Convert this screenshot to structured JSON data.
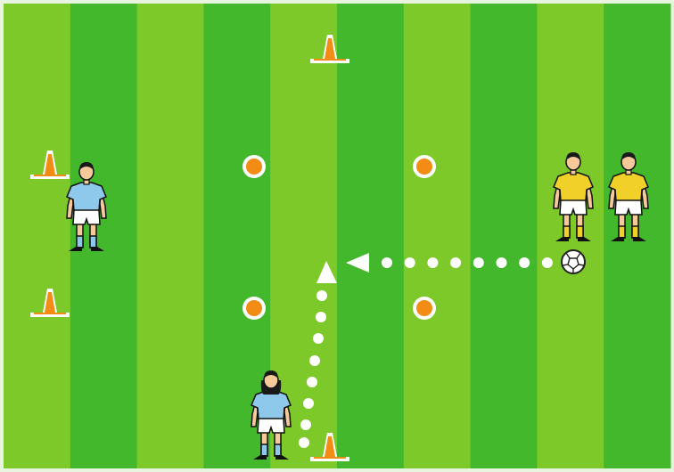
{
  "pitch": {
    "stripe_colors": [
      "#7dc92a",
      "#44b82c"
    ],
    "border_color": "#e8f3e0"
  },
  "colors": {
    "cone": "#f28c14",
    "cone_outline": "#ffffff",
    "marker": "#f28c14",
    "path": "#ffffff",
    "team_blue_shirt": "#8ec8ea",
    "team_yellow_shirt": "#f2d02a",
    "shorts": "#ffffff",
    "skin": "#f5c99a",
    "hair": "#1a1a1a",
    "boot": "#111111"
  },
  "objects": {
    "cones": [
      "cone-icon",
      "cone-icon",
      "cone-icon",
      "cone-icon"
    ],
    "markers": [
      "marker-dot-icon",
      "marker-dot-icon",
      "marker-dot-icon",
      "marker-dot-icon"
    ],
    "players_blue": [
      "player-blue-left",
      "player-blue-bottom"
    ],
    "players_yellow": [
      "player-yellow-1",
      "player-yellow-2"
    ],
    "ball": "football-icon",
    "arrows": [
      "arrow-left-icon",
      "arrow-up-icon"
    ]
  }
}
